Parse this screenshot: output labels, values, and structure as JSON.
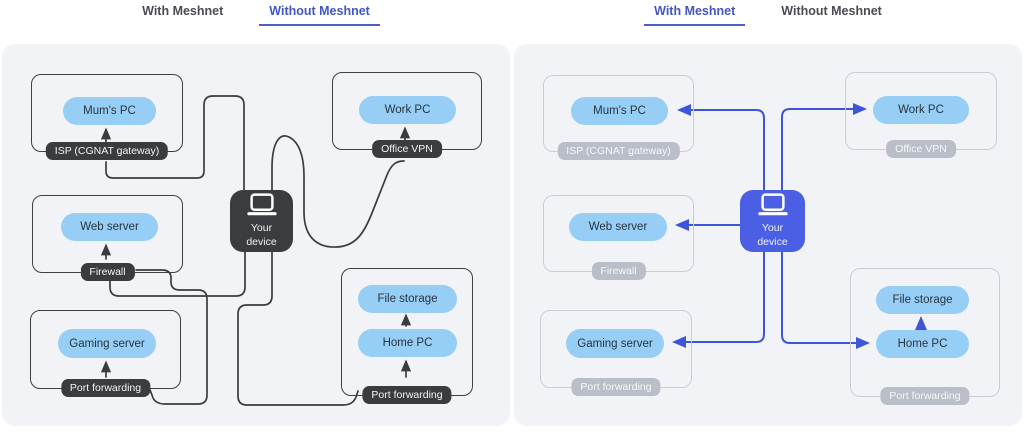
{
  "tabs": {
    "left_panel": {
      "with": "With Meshnet",
      "without": "Without Meshnet",
      "active": "Without Meshnet"
    },
    "right_panel": {
      "with": "With Meshnet",
      "without": "Without Meshnet",
      "active": "With Meshnet"
    }
  },
  "nodes": {
    "mums_pc": "Mum's PC",
    "work_pc": "Work PC",
    "web_server": "Web server",
    "gaming_server": "Gaming server",
    "file_storage": "File storage",
    "home_pc": "Home PC",
    "your_device": "Your device"
  },
  "gateways": {
    "isp": "ISP (CGNAT gateway)",
    "office_vpn": "Office VPN",
    "firewall": "Firewall",
    "port_forwarding": "Port forwarding"
  },
  "colors": {
    "tab_active": "#4257c4",
    "wire_black": "#3a3c3f",
    "wire_blue": "#3d55d6",
    "device_blue": "#4a5fe4",
    "pill_blue": "#97cef6",
    "dark_badge": "#3a3c3f",
    "gray_badge": "#b9bec8",
    "panel_background": "#f2f3f7"
  }
}
